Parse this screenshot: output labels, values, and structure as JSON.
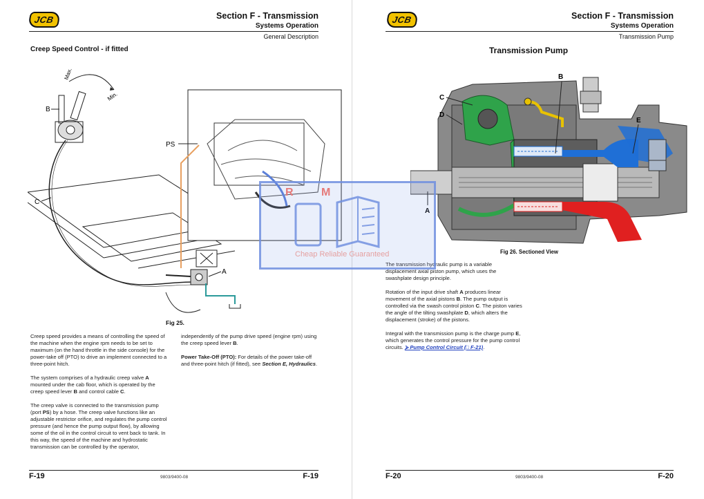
{
  "left": {
    "section_title": "Section F - Transmission",
    "section_subtitle": "Systems Operation",
    "section_desc": "General Description",
    "heading": "Creep Speed Control - if fitted",
    "figure": {
      "caption": "Fig 25.",
      "labels": {
        "max": "Max.",
        "min": "Min.",
        "b": "B",
        "c": "C",
        "ps": "PS",
        "a": "A"
      }
    },
    "col1": {
      "p1": "Creep speed provides a means of controlling the speed of the machine when the engine rpm needs to be set to maximum (on the hand throttle in the side console) for the power-take off (PTO) to drive an implement connected to a three-point hitch.",
      "p2_a": "The system comprises of a hydraulic creep valve ",
      "p2_b": "A",
      "p2_c": " mounted under the cab floor, which is operated by the creep speed lever ",
      "p2_d": "B",
      "p2_e": " and control cable ",
      "p2_f": "C",
      "p2_g": ".",
      "p3_a": "The creep valve is connected to the transmission pump (port ",
      "p3_b": "PS",
      "p3_c": ") by a hose. The creep valve functions like an adjustable restrictor orifice, and regulates the pump control pressure (and hence the pump output flow), by allowing some of the oil in the control circuit to vent back to tank. In this way, the speed of the machine and hydrostatic transmission can be controlled by the operator,"
    },
    "col2": {
      "p1_a": "independently of the pump drive speed (engine rpm) using the creep speed lever ",
      "p1_b": "B",
      "p1_c": ".",
      "p2_label": "Power Take-Off (PTO):",
      "p2_text": " For details of the power take-off and three-point hitch (if fitted), see ",
      "p2_ref": "Section E, Hydraulics",
      "p2_end": "."
    },
    "footer": {
      "page_left": "F-19",
      "doc": "9803/9400-08",
      "page_right": "F-19"
    }
  },
  "right": {
    "section_title": "Section F - Transmission",
    "section_subtitle": "Systems Operation",
    "section_desc": "Transmission Pump",
    "heading": "Transmission Pump",
    "figure": {
      "caption": "Fig 26. Sectioned View",
      "labels": {
        "b": "B",
        "c": "C",
        "d": "D",
        "e": "E",
        "a": "A"
      }
    },
    "p1": "The transmission hydraulic pump is a variable displacement axial piston pump, which uses the swashplate design principle.",
    "p2_a": "Rotation of the input drive shaft ",
    "p2_b": "A",
    "p2_c": " produces linear movement of the axial pistons ",
    "p2_d": "B",
    "p2_e": ". The pump output is controlled via the swash control piston ",
    "p2_f": "C",
    "p2_g": ". The piston varies the angle of the tilting swashplate ",
    "p2_h": "D",
    "p2_i": ", which alters the displacement (stroke) of the pistons.",
    "p3_a": "Integral with the transmission pump is the charge pump ",
    "p3_b": "E",
    "p3_c": ", which generates the control pressure for the pump control circuits. ",
    "p3_link": "⮚ Pump Control Circuit (□ F-21)",
    "p3_end": ".",
    "footer": {
      "page_left": "F-20",
      "doc": "9803/9400-08",
      "page_right": "F-20"
    }
  },
  "watermark": {
    "line1": "R M",
    "line2": "Cheap Reliable Guaranteed"
  },
  "logo": "JCB",
  "colors": {
    "logo_yellow": "#f2c200",
    "pump_green": "#2fa34a",
    "pump_blue": "#1f6fd6",
    "pump_red": "#e02020",
    "hose_orange": "#e8a060",
    "cable_teal": "#2a9a9a",
    "link_blue": "#1f3fbf"
  }
}
